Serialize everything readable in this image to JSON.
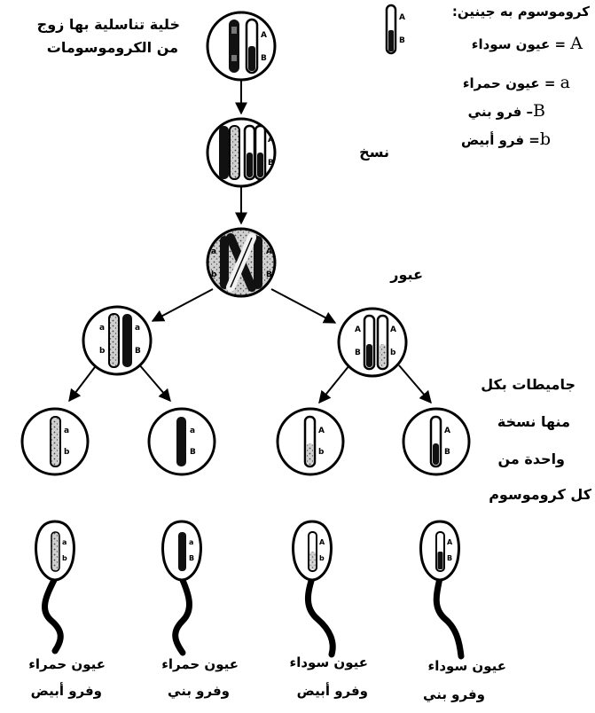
{
  "labels": {
    "germ_cell": [
      "خلية تناسلية بها زوج",
      "من الكروموسومات"
    ],
    "replication": "نسخ",
    "crossing_over": "عبور",
    "gametes": [
      "جاميطات بكل",
      "منها نسخة",
      "واحدة من",
      "كل كروموسوم"
    ]
  },
  "legend": {
    "title": "كروموسوم به جينين:",
    "diagram_letters": [
      "A",
      "B"
    ],
    "items": [
      {
        "gene": "A",
        "sep": " = ",
        "trait": "عيون سوداء"
      },
      {
        "gene": "a",
        "sep": " = ",
        "trait": "عيون حمراء"
      },
      {
        "gene": "B",
        "sep": "– ",
        "trait": "فرو بني"
      },
      {
        "gene": "b",
        "sep": "= ",
        "trait": "فرو أبيض"
      }
    ]
  },
  "cells": {
    "parent_letters": [
      "A",
      "B"
    ],
    "replicated_letters": [
      "A",
      "B"
    ],
    "crossing_letters": [
      "a",
      "b",
      "A",
      "B"
    ],
    "left_daughter_letters": [
      "a",
      "b",
      "a",
      "B"
    ],
    "right_daughter_letters": [
      "A",
      "B",
      "A",
      "b"
    ],
    "gamete_letters": [
      [
        "a",
        "b"
      ],
      [
        "a",
        "B"
      ],
      [
        "A",
        "b"
      ],
      [
        "A",
        "B"
      ]
    ]
  },
  "sperm": {
    "letters": [
      [
        "a",
        "b"
      ],
      [
        "a",
        "B"
      ],
      [
        "A",
        "b"
      ],
      [
        "A",
        "B"
      ]
    ],
    "captions": [
      [
        "عيون حمراء",
        "وفرو أبيض"
      ],
      [
        "عيون حمراء",
        "وفرو بني"
      ],
      [
        "عيون سوداء",
        "وفرو أبيض"
      ],
      [
        "عيون سوداء",
        "وفرو بني"
      ]
    ]
  }
}
